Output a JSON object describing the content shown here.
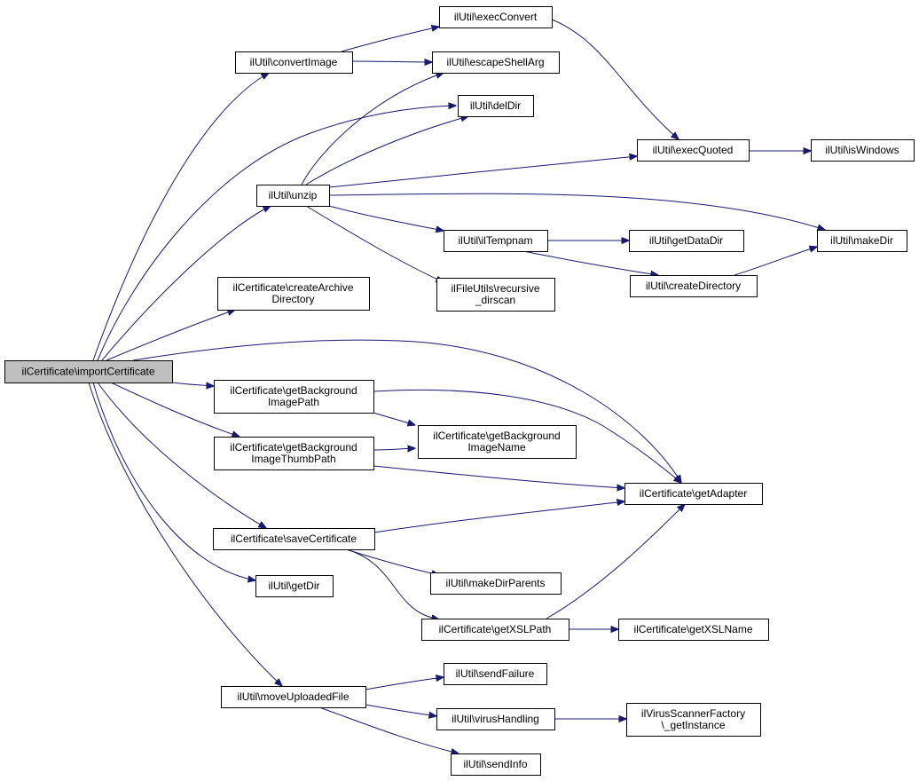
{
  "diagram": {
    "root": "ilCertificate\\importCertificate",
    "nodes": [
      {
        "id": "importCertificate",
        "lines": [
          "ilCertificate\\importCertificate"
        ],
        "root": true
      },
      {
        "id": "convertImage",
        "lines": [
          "ilUtil\\convertImage"
        ]
      },
      {
        "id": "execConvert",
        "lines": [
          "ilUtil\\execConvert"
        ]
      },
      {
        "id": "escapeShellArg",
        "lines": [
          "ilUtil\\escapeShellArg"
        ]
      },
      {
        "id": "delDir",
        "lines": [
          "ilUtil\\delDir"
        ]
      },
      {
        "id": "execQuoted",
        "lines": [
          "ilUtil\\execQuoted"
        ]
      },
      {
        "id": "isWindows",
        "lines": [
          "ilUtil\\isWindows"
        ]
      },
      {
        "id": "unzip",
        "lines": [
          "ilUtil\\unzip"
        ]
      },
      {
        "id": "makeDir",
        "lines": [
          "ilUtil\\makeDir"
        ]
      },
      {
        "id": "ilTempnam",
        "lines": [
          "ilUtil\\ilTempnam"
        ]
      },
      {
        "id": "getDataDir",
        "lines": [
          "ilUtil\\getDataDir"
        ]
      },
      {
        "id": "createDirectory",
        "lines": [
          "ilUtil\\createDirectory"
        ]
      },
      {
        "id": "recursive_dirscan",
        "lines": [
          "ilFileUtils\\recursive",
          "_dirscan"
        ]
      },
      {
        "id": "createArchiveDirectory",
        "lines": [
          "ilCertificate\\createArchive",
          "Directory"
        ]
      },
      {
        "id": "getBackgroundImagePath",
        "lines": [
          "ilCertificate\\getBackground",
          "ImagePath"
        ]
      },
      {
        "id": "getBackgroundImageName",
        "lines": [
          "ilCertificate\\getBackground",
          "ImageName"
        ]
      },
      {
        "id": "getBackgroundImageThumbPath",
        "lines": [
          "ilCertificate\\getBackground",
          "ImageThumbPath"
        ]
      },
      {
        "id": "getAdapter",
        "lines": [
          "ilCertificate\\getAdapter"
        ]
      },
      {
        "id": "saveCertificate",
        "lines": [
          "ilCertificate\\saveCertificate"
        ]
      },
      {
        "id": "makeDirParents",
        "lines": [
          "ilUtil\\makeDirParents"
        ]
      },
      {
        "id": "getDir",
        "lines": [
          "ilUtil\\getDir"
        ]
      },
      {
        "id": "getXSLPath",
        "lines": [
          "ilCertificate\\getXSLPath"
        ]
      },
      {
        "id": "getXSLName",
        "lines": [
          "ilCertificate\\getXSLName"
        ]
      },
      {
        "id": "moveUploadedFile",
        "lines": [
          "ilUtil\\moveUploadedFile"
        ]
      },
      {
        "id": "sendFailure",
        "lines": [
          "ilUtil\\sendFailure"
        ]
      },
      {
        "id": "virusHandling",
        "lines": [
          "ilUtil\\virusHandling"
        ]
      },
      {
        "id": "getInstance",
        "lines": [
          "ilVirusScannerFactory",
          "\\_getInstance"
        ]
      },
      {
        "id": "sendInfo",
        "lines": [
          "ilUtil\\sendInfo"
        ]
      }
    ],
    "edges": [
      [
        "importCertificate",
        "convertImage"
      ],
      [
        "importCertificate",
        "delDir"
      ],
      [
        "importCertificate",
        "unzip"
      ],
      [
        "importCertificate",
        "createArchiveDirectory"
      ],
      [
        "importCertificate",
        "getAdapter"
      ],
      [
        "importCertificate",
        "getBackgroundImagePath"
      ],
      [
        "importCertificate",
        "getBackgroundImageThumbPath"
      ],
      [
        "importCertificate",
        "saveCertificate"
      ],
      [
        "importCertificate",
        "getDir"
      ],
      [
        "importCertificate",
        "moveUploadedFile"
      ],
      [
        "convertImage",
        "execConvert"
      ],
      [
        "convertImage",
        "escapeShellArg"
      ],
      [
        "execConvert",
        "execQuoted"
      ],
      [
        "execQuoted",
        "isWindows"
      ],
      [
        "unzip",
        "escapeShellArg"
      ],
      [
        "unzip",
        "delDir"
      ],
      [
        "unzip",
        "execQuoted"
      ],
      [
        "unzip",
        "makeDir"
      ],
      [
        "unzip",
        "ilTempnam"
      ],
      [
        "unzip",
        "recursive_dirscan"
      ],
      [
        "ilTempnam",
        "getDataDir"
      ],
      [
        "ilTempnam",
        "createDirectory"
      ],
      [
        "createDirectory",
        "makeDir"
      ],
      [
        "getBackgroundImagePath",
        "getBackgroundImageName"
      ],
      [
        "getBackgroundImagePath",
        "getAdapter"
      ],
      [
        "getBackgroundImageThumbPath",
        "getBackgroundImageName"
      ],
      [
        "getBackgroundImageThumbPath",
        "getAdapter"
      ],
      [
        "saveCertificate",
        "getAdapter"
      ],
      [
        "saveCertificate",
        "makeDirParents"
      ],
      [
        "saveCertificate",
        "getXSLPath"
      ],
      [
        "getXSLPath",
        "getAdapter"
      ],
      [
        "getXSLPath",
        "getXSLName"
      ],
      [
        "moveUploadedFile",
        "sendFailure"
      ],
      [
        "moveUploadedFile",
        "virusHandling"
      ],
      [
        "moveUploadedFile",
        "sendInfo"
      ],
      [
        "virusHandling",
        "getInstance"
      ]
    ]
  }
}
